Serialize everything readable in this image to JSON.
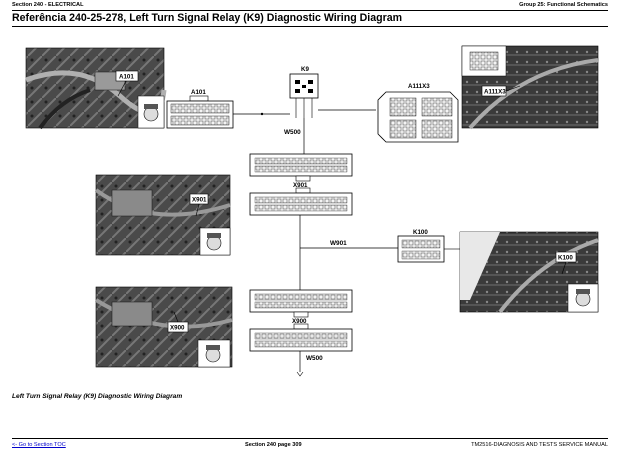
{
  "header": {
    "section": "Section 240 - ELECTRICAL",
    "group": "Group 25: Functional Schematics"
  },
  "title": "Referência 240-25-278, Left Turn Signal Relay (K9) Diagnostic Wiring Diagram",
  "caption": "Left Turn Signal Relay (K9) Diagnostic Wiring Diagram",
  "connectors": {
    "a101": "A101",
    "k9": "K9",
    "a111x3": "A111X3",
    "x901": "X901",
    "k100": "K100",
    "x900": "X900"
  },
  "photo_labels": {
    "a101": "A101",
    "a111x3": "A111X3",
    "x901": "X901",
    "k100": "K100",
    "x900": "X900"
  },
  "wires": {
    "w500_top": "W500",
    "w901": "W901",
    "w500_bottom": "W500"
  },
  "footer": {
    "toc_link": "<- Go to Section TOC",
    "page": "Section 240 page 309",
    "manual": "TM2516-DIAGNOSIS AND TESTS SERVICE MANUAL"
  }
}
